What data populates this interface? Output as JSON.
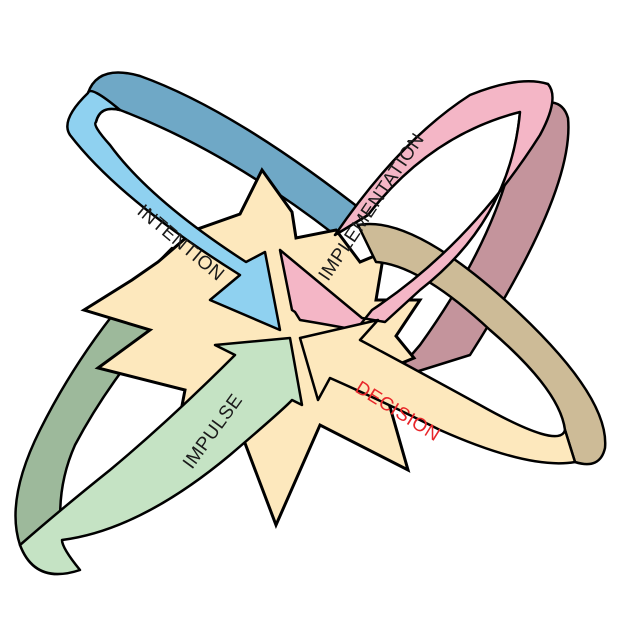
{
  "labels": {
    "intention": "INTENTION",
    "implementation": "IMPLEMENTATION",
    "decision": "DECISION",
    "impulse": "IMPULSE"
  },
  "colors": {
    "intention_front": "#8fd1f0",
    "intention_back": "#6fa8c6",
    "implementation_front": "#f4b6c6",
    "implementation_back": "#c4949c",
    "decision_front": "#fde8bd",
    "decision_back": "#cdbb97",
    "impulse_front": "#c5e3c4",
    "impulse_back": "#9db99b",
    "star": "#fde8bd",
    "decision_text": "#e8262a",
    "text": "#1a1a1a"
  }
}
